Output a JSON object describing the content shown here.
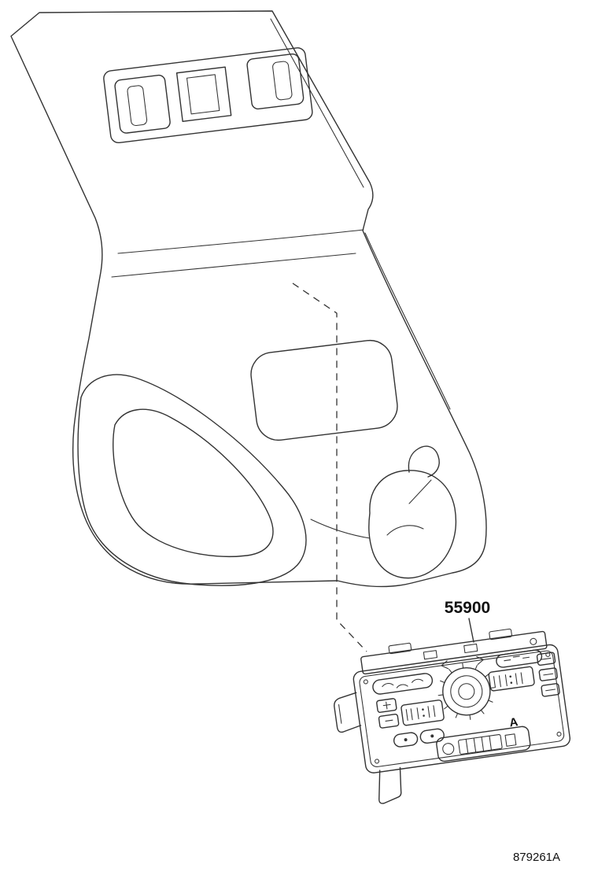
{
  "labels": {
    "part_number": "55900",
    "diagram_code": "879261A",
    "panel_marker": "A"
  },
  "colors": {
    "line": "#333333",
    "background": "#ffffff"
  },
  "diagram": {
    "subject": "heater-control-panel-location",
    "callouts": [
      {
        "part_number": "55900",
        "target": "climate-control-assembly"
      }
    ]
  }
}
